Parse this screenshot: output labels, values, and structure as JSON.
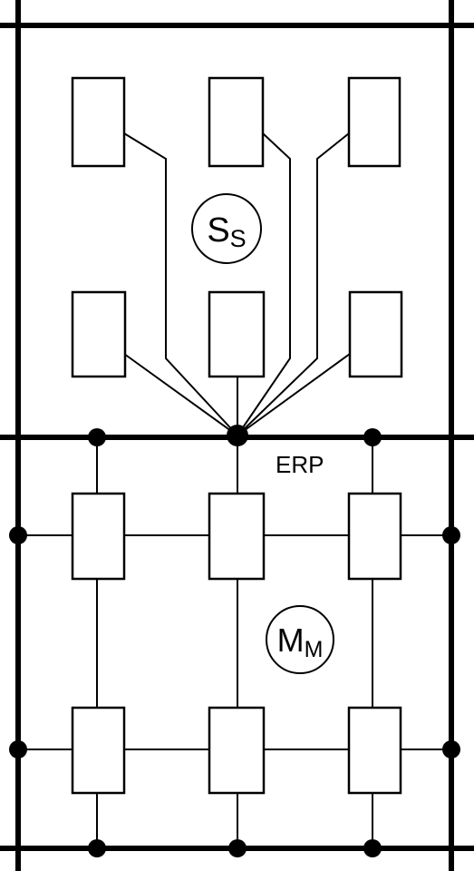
{
  "labels": {
    "star_main": "S",
    "star_sub": "S",
    "mesh_main": "M",
    "mesh_sub": "M",
    "erp": "ERP"
  }
}
